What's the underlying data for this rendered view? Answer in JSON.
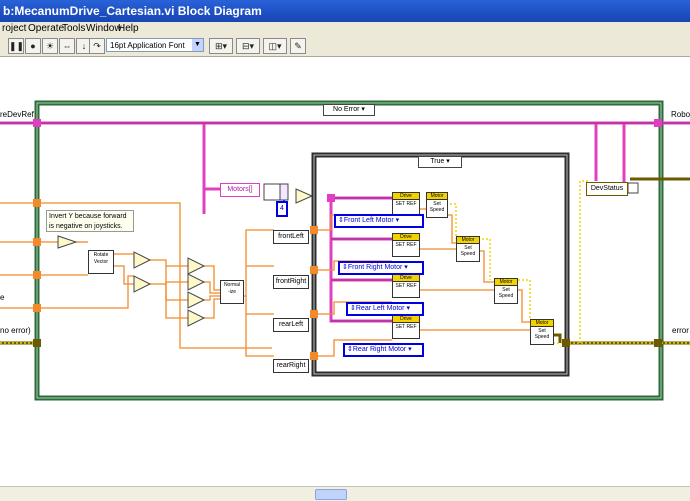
{
  "window": {
    "title": "b:MecanumDrive_Cartesian.vi Block Diagram"
  },
  "menu": [
    "roject",
    "Operate",
    "Tools",
    "Window",
    "Help"
  ],
  "toolbar": {
    "font": "16pt Application Font"
  },
  "diagram": {
    "left_labels": {
      "ref": "reDevRef",
      "e": "e",
      "error_in": "no error)"
    },
    "right_labels": {
      "robo": "Robo",
      "error_out": "error"
    },
    "outer_case": "No Error",
    "inner_case": "True",
    "comment": [
      "Invert Y because forward",
      "is negative on joysticks."
    ],
    "rotate_vi": [
      "Rotate",
      "Vector"
    ],
    "normalize_vi": [
      "Normal",
      "-ize"
    ],
    "motors_array": "Motors[]",
    "index_const": "4",
    "dev_status": "DevStatus",
    "terminals": [
      "frontLeft",
      "frontRight",
      "rearLeft",
      "rearRight"
    ],
    "motor_names": [
      "Front Left Motor",
      "Front Right Motor",
      "Rear Left Motor",
      "Rear Right Motor"
    ],
    "drive_vi": {
      "head": "Drive",
      "body": "SET REF"
    },
    "motor_vi": {
      "head": "Motor",
      "body": "Set Speed"
    }
  }
}
